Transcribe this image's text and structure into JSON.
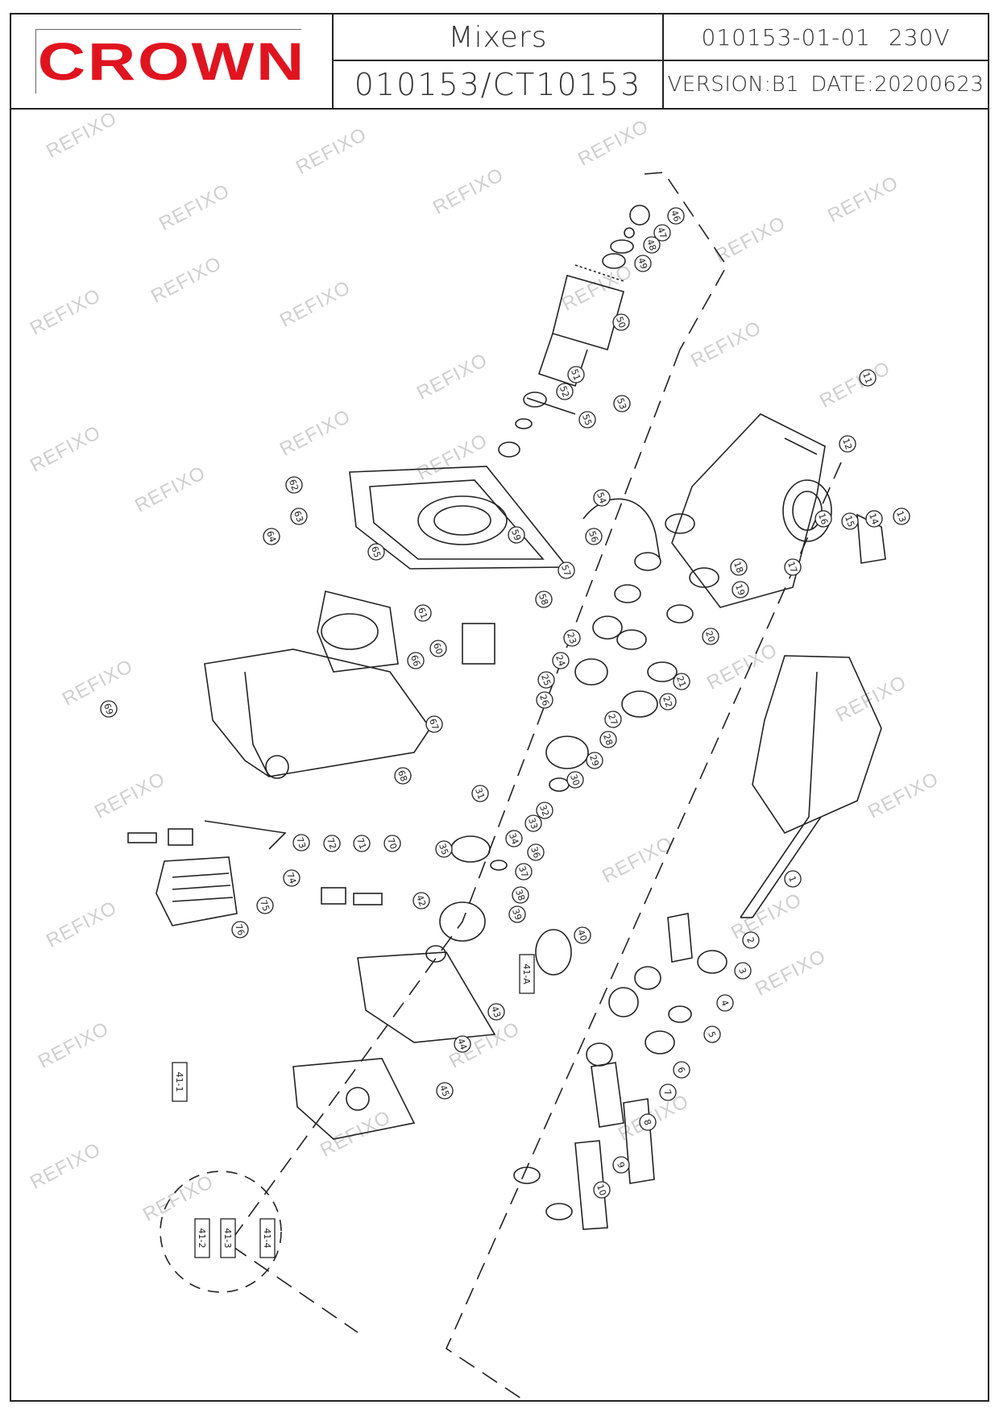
{
  "title_block": {
    "brand": "CROWN",
    "product": "Mixers",
    "model": "010153/CT10153",
    "drawing_code": "010153-01-01",
    "voltage": "230V",
    "version": "VERSION:B1",
    "date": "DATE:20200623"
  },
  "watermark": "REFIXO",
  "colors": {
    "brand_red": "#e0141f",
    "line": "#222222",
    "watermark": "#cfcfcf"
  },
  "callouts": [
    "1",
    "2",
    "3",
    "4",
    "5",
    "6",
    "7",
    "8",
    "9",
    "10",
    "11",
    "12",
    "13",
    "14",
    "15",
    "16",
    "17",
    "18",
    "19",
    "20",
    "21",
    "22",
    "23",
    "24",
    "25",
    "26",
    "27",
    "28",
    "29",
    "30",
    "31",
    "32",
    "33",
    "34",
    "35",
    "36",
    "37",
    "38",
    "39",
    "40",
    "42",
    "43",
    "44",
    "45",
    "46",
    "47",
    "48",
    "49",
    "50",
    "51",
    "52",
    "53",
    "54",
    "55",
    "56",
    "57",
    "58",
    "59",
    "60",
    "61",
    "62",
    "63",
    "64",
    "65",
    "66",
    "67",
    "68",
    "69",
    "70",
    "71",
    "72",
    "73",
    "74",
    "75",
    "76"
  ],
  "boxed_labels": [
    "41-A",
    "41-1",
    "41-2",
    "41-3",
    "41-4"
  ]
}
